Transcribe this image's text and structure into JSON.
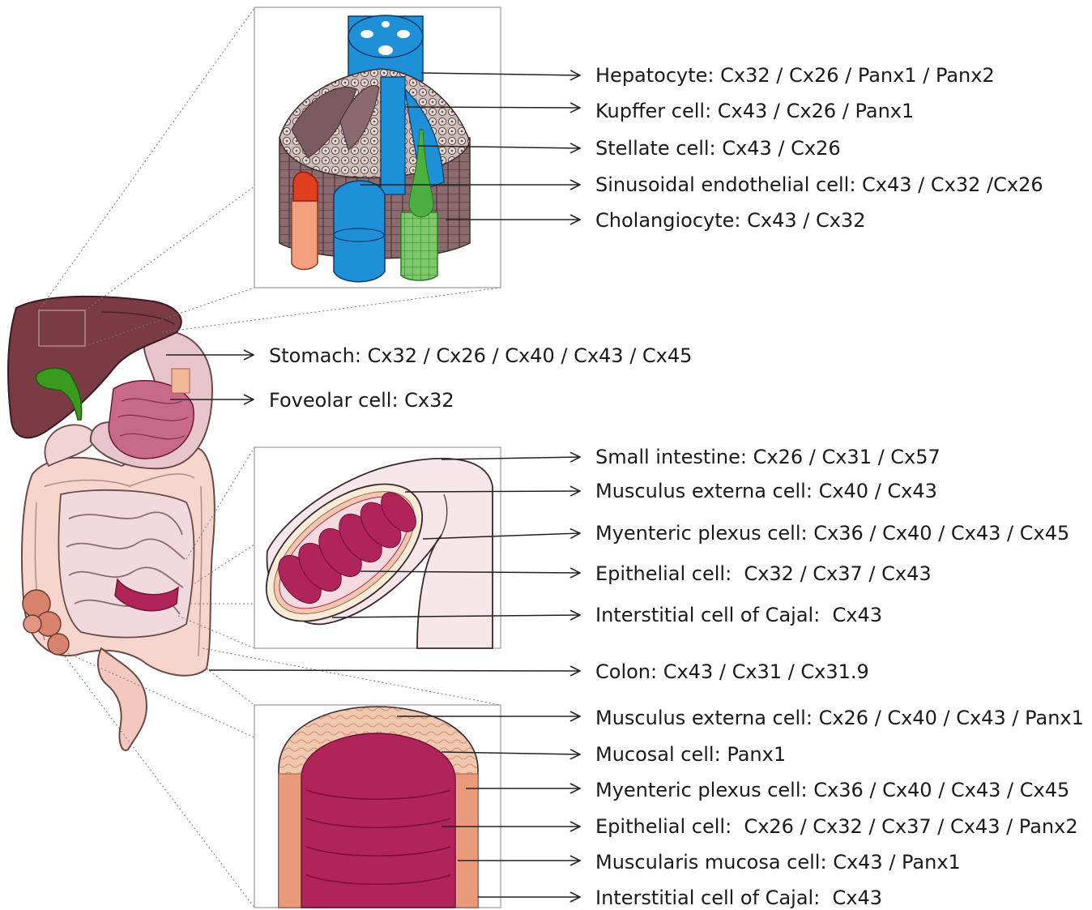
{
  "liver_labels": [
    "Hepatocyte: Cx32 / Cx26 / Panx1 / Panx2",
    "Kupffer cell: Cx43 / Cx26 / Panx1",
    "Stellate cell: Cx43 / Cx26",
    "Sinusoidal endothelial cell: Cx43 / Cx32 /Cx26",
    "Cholangiocyte: Cx43 / Cx32"
  ],
  "stomach_labels": [
    "Stomach: Cx32 / Cx26 / Cx40 / Cx43 / Cx45",
    "Foveolar cell: Cx32"
  ],
  "small_intestine_labels": [
    "Small intestine: Cx26 / Cx31 / Cx57",
    "Musculus externa cell: Cx40 / Cx43",
    "Myenteric plexus cell: Cx36 / Cx40 / Cx43 / Cx45",
    "Epithelial cell:  Cx32 / Cx37 / Cx43",
    "Interstitial cell of Cajal:  Cx43"
  ],
  "colon_labels": [
    "Colon: Cx43 / Cx31 / Cx31.9",
    "Musculus externa cell: Cx26 / Cx40 / Cx43 / Panx1",
    "Mucosal cell: Panx1",
    "Myenteric plexus cell: Cx36 / Cx40 / Cx43 / Cx45",
    "Epithelial cell:  Cx26 / Cx32 / Cx37 / Cx43 / Panx2",
    "Muscularis mucosa cell: Cx43 / Panx1",
    "Interstitial cell of Cajal:  Cx43"
  ],
  "colors": {
    "liver": "#7a3b45",
    "gallbladder": "#3a9a1e",
    "stomach": "#e8c4cc",
    "mucosa": "#b0245a",
    "intestine": "#f1d9dd",
    "colon": "#f6d6cc",
    "vessel_blue": "#1e90d8",
    "artery_red": "#e04020",
    "bile_green": "#4cb040",
    "arrow": "#222222"
  }
}
